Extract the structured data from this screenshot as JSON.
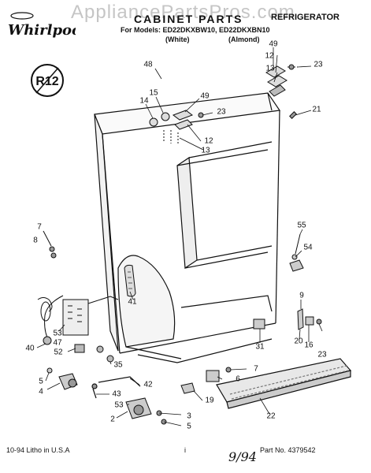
{
  "watermark": "AppliancePartsPros.com",
  "brand": "Whirlpool",
  "header": {
    "title": "CABINET PARTS",
    "models_line": "For Models: ED22DKXBW10, ED22DKXBN10",
    "color_white": "(White)",
    "color_almond": "(Almond)",
    "category": "REFRIGERATOR"
  },
  "badge": "R12",
  "footer": {
    "left": "10-94  Litho in U.S.A",
    "center": "i",
    "right": "Part No. 4379542",
    "handwritten": "9/94"
  },
  "callouts": [
    {
      "id": "49a",
      "text": "49"
    },
    {
      "id": "12a",
      "text": "12"
    },
    {
      "id": "13a",
      "text": "13"
    },
    {
      "id": "23a",
      "text": "23"
    },
    {
      "id": "48",
      "text": "48"
    },
    {
      "id": "15",
      "text": "15"
    },
    {
      "id": "49b",
      "text": "49"
    },
    {
      "id": "14",
      "text": "14"
    },
    {
      "id": "23b",
      "text": "23"
    },
    {
      "id": "21",
      "text": "21"
    },
    {
      "id": "12b",
      "text": "12"
    },
    {
      "id": "13b",
      "text": "13"
    },
    {
      "id": "7a",
      "text": "7"
    },
    {
      "id": "8",
      "text": "8"
    },
    {
      "id": "55",
      "text": "55"
    },
    {
      "id": "54",
      "text": "54"
    },
    {
      "id": "41",
      "text": "41"
    },
    {
      "id": "53a",
      "text": "53"
    },
    {
      "id": "47",
      "text": "47"
    },
    {
      "id": "52",
      "text": "52"
    },
    {
      "id": "9",
      "text": "9"
    },
    {
      "id": "20",
      "text": "20"
    },
    {
      "id": "16",
      "text": "16"
    },
    {
      "id": "23c",
      "text": "23"
    },
    {
      "id": "40",
      "text": "40"
    },
    {
      "id": "35",
      "text": "35"
    },
    {
      "id": "31",
      "text": "31"
    },
    {
      "id": "7b",
      "text": "7"
    },
    {
      "id": "5a",
      "text": "5"
    },
    {
      "id": "42",
      "text": "42"
    },
    {
      "id": "6",
      "text": "6"
    },
    {
      "id": "4",
      "text": "4"
    },
    {
      "id": "43",
      "text": "43"
    },
    {
      "id": "19",
      "text": "19"
    },
    {
      "id": "53b",
      "text": "53"
    },
    {
      "id": "3",
      "text": "3"
    },
    {
      "id": "2",
      "text": "2"
    },
    {
      "id": "5b",
      "text": "5"
    },
    {
      "id": "22",
      "text": "22"
    }
  ]
}
